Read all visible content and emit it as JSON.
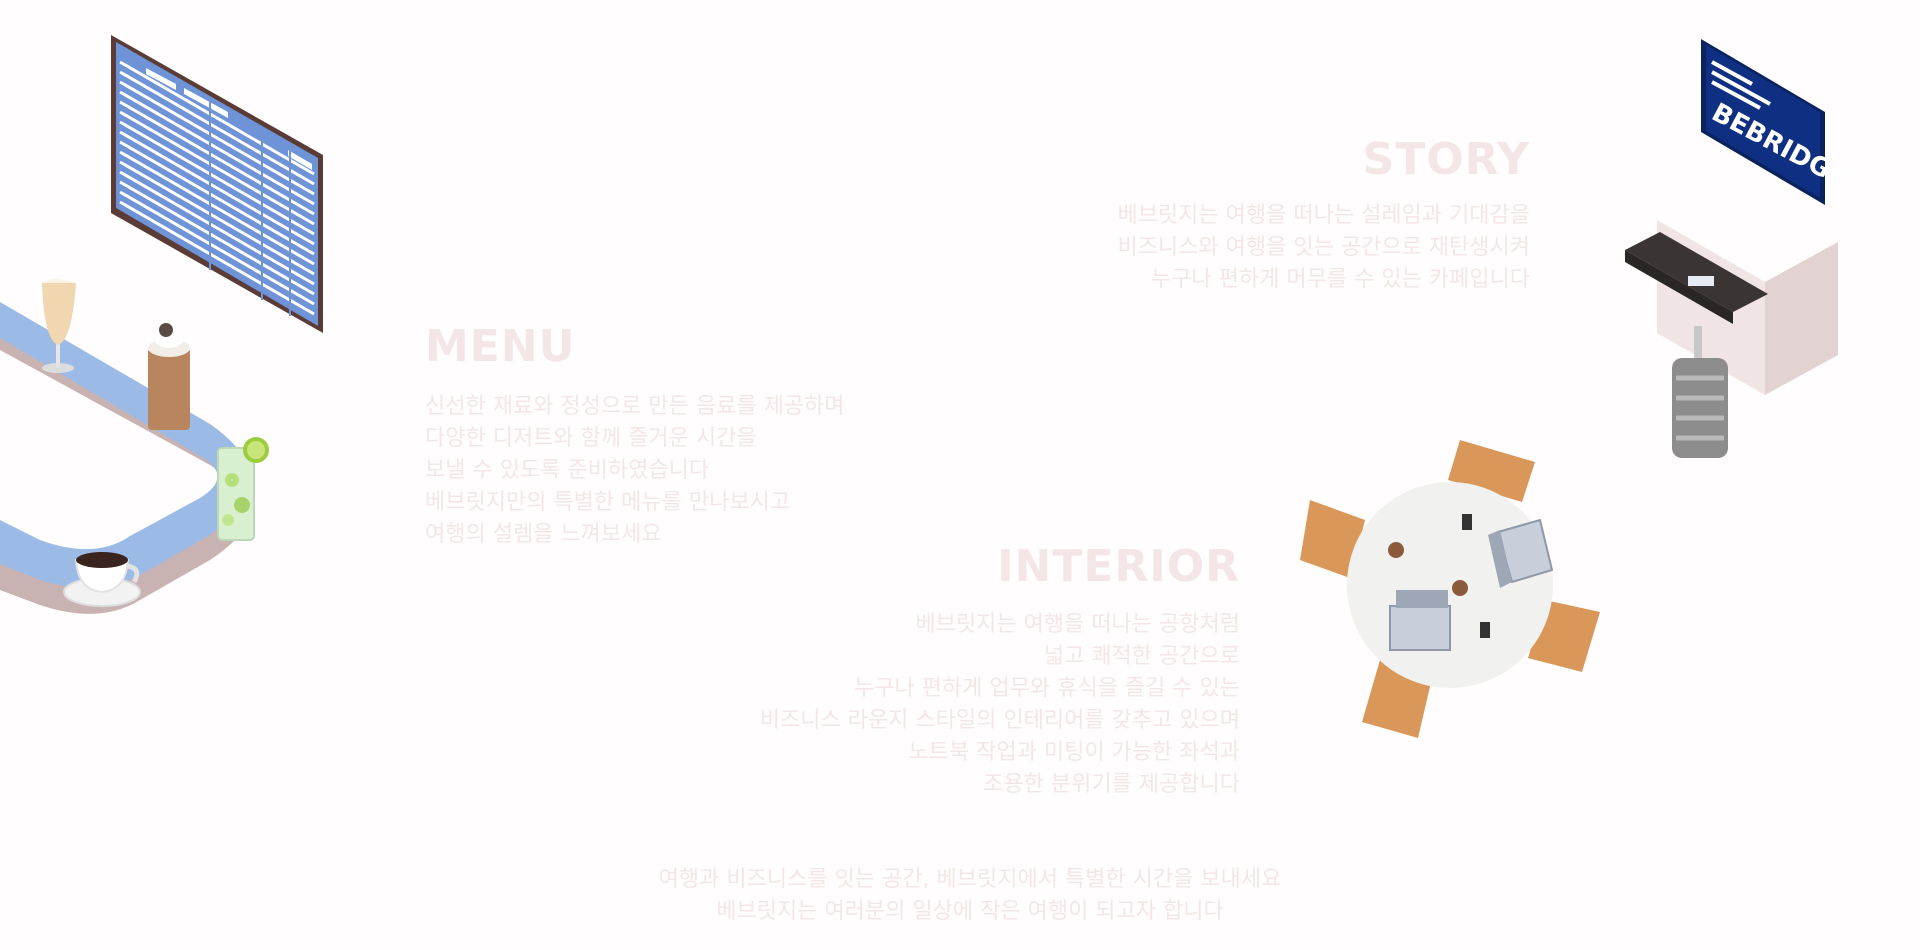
{
  "brand": {
    "name": "BEBRIDGE"
  },
  "story": {
    "title": "STORY",
    "lines": [
      "베브릿지는 여행을 떠나는 설레임과 기대감을",
      "비즈니스와 여행을 잇는 공간으로 재탄생시켜",
      "누구나 편하게 머무를 수 있는 카페입니다"
    ]
  },
  "menu": {
    "title": "MENU",
    "lines": [
      "신선한 재료와 정성으로 만든 음료를 제공하며",
      "다양한 디저트와 함께 즐거운 시간을",
      "보낼 수 있도록 준비하였습니다",
      "베브릿지만의 특별한 메뉴를 만나보시고",
      "여행의 설렘을 느껴보세요"
    ]
  },
  "interior": {
    "title": "INTERIOR",
    "lines": [
      "베브릿지는 여행을 떠나는 공항처럼",
      "넓고 쾌적한 공간으로",
      "누구나 편하게 업무와 휴식을 즐길 수 있는",
      "비즈니스 라운지 스타일의 인테리어를 갖추고 있으며",
      "노트북 작업과 미팅이 가능한 좌석과",
      "조용한 분위기를 제공합니다"
    ]
  },
  "footer": {
    "lines": [
      "여행과 비즈니스를 잇는 공간, 베브릿지에서 특별한 시간을 보내세요",
      "베브릿지는 여러분의 일상에 작은 여행이 되고자 합니다"
    ]
  },
  "colors": {
    "faint_text": "#f4e6e6",
    "belt_blue": "#9bbbe6",
    "board_frame": "#5a3b35",
    "board_blue": "#6e93d6",
    "sign_navy": "#0e2f82",
    "chair_orange": "#d9975a",
    "counter_dark": "#363232"
  }
}
